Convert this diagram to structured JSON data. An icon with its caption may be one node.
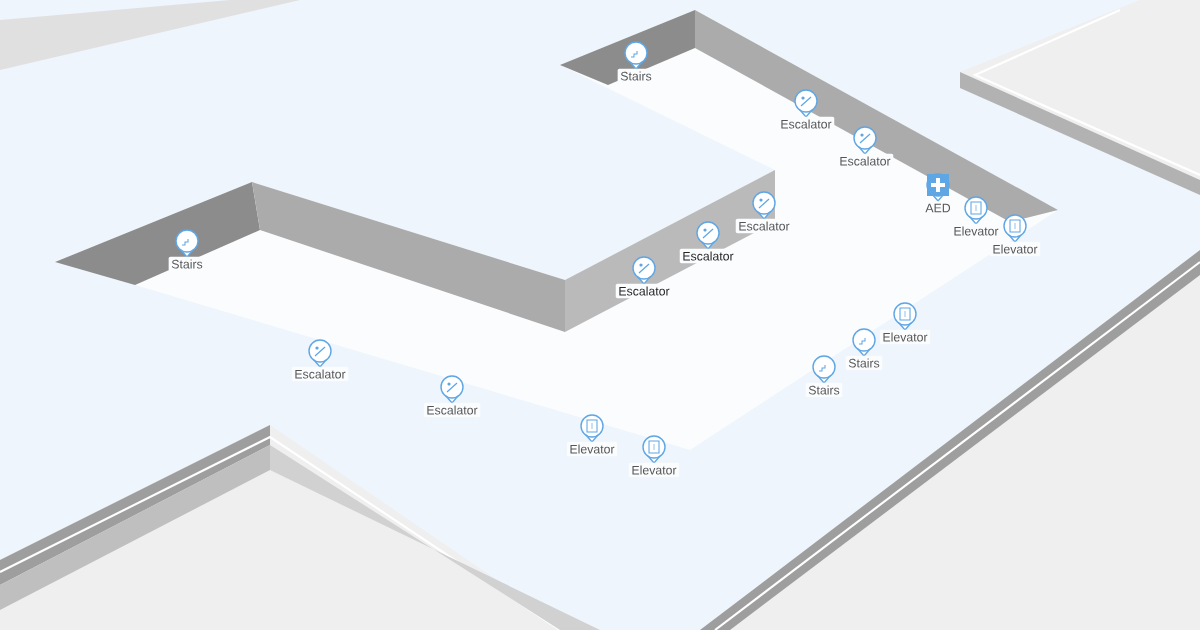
{
  "diagram": {
    "labels": [
      "Stairs",
      "Escalator",
      "Escalator",
      "AED",
      "Escalator",
      "Elevator",
      "Elevator",
      "Escalator",
      "Stairs",
      "Escalator",
      "Elevator",
      "Stairs",
      "Escalator",
      "Stairs",
      "Escalator",
      "Elevator",
      "Elevator"
    ]
  }
}
